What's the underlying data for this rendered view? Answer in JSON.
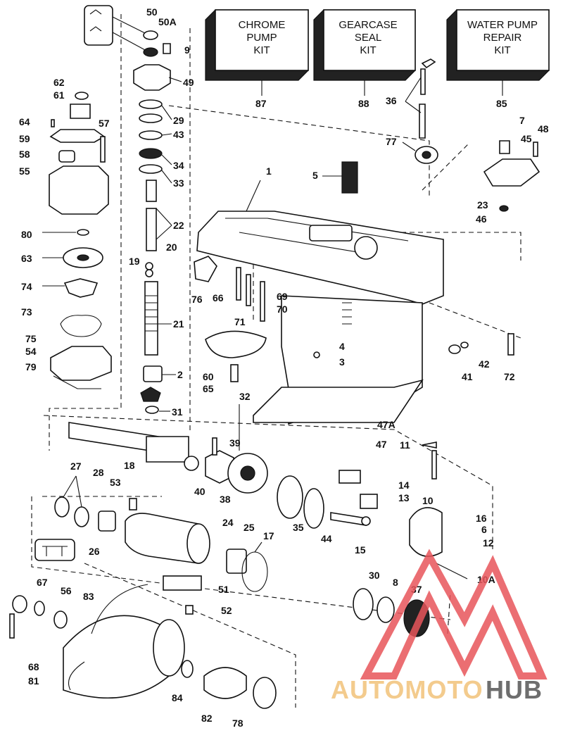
{
  "kits": [
    {
      "id": "87",
      "lines": [
        "CHROME",
        "PUMP",
        "KIT"
      ]
    },
    {
      "id": "88",
      "lines": [
        "GEARCASE",
        "SEAL",
        "KIT"
      ]
    },
    {
      "id": "85",
      "lines": [
        "WATER PUMP",
        "REPAIR",
        "KIT"
      ]
    }
  ],
  "callouts": [
    {
      "key": "50",
      "text": "50"
    },
    {
      "key": "50A",
      "text": "50A"
    },
    {
      "key": "9",
      "text": "9"
    },
    {
      "key": "49",
      "text": "49"
    },
    {
      "key": "29",
      "text": "29"
    },
    {
      "key": "43",
      "text": "43"
    },
    {
      "key": "34",
      "text": "34"
    },
    {
      "key": "33",
      "text": "33"
    },
    {
      "key": "22",
      "text": "22"
    },
    {
      "key": "20",
      "text": "20"
    },
    {
      "key": "19",
      "text": "19"
    },
    {
      "key": "21",
      "text": "21"
    },
    {
      "key": "2",
      "text": "2"
    },
    {
      "key": "32",
      "text": "32"
    },
    {
      "key": "31",
      "text": "31"
    },
    {
      "key": "62",
      "text": "62"
    },
    {
      "key": "61",
      "text": "61"
    },
    {
      "key": "64",
      "text": "64"
    },
    {
      "key": "59",
      "text": "59"
    },
    {
      "key": "57",
      "text": "57"
    },
    {
      "key": "58",
      "text": "58"
    },
    {
      "key": "55",
      "text": "55"
    },
    {
      "key": "80",
      "text": "80"
    },
    {
      "key": "63",
      "text": "63"
    },
    {
      "key": "74",
      "text": "74"
    },
    {
      "key": "73",
      "text": "73"
    },
    {
      "key": "75",
      "text": "75"
    },
    {
      "key": "54",
      "text": "54"
    },
    {
      "key": "79",
      "text": "79"
    },
    {
      "key": "36",
      "text": "36"
    },
    {
      "key": "77",
      "text": "77"
    },
    {
      "key": "7",
      "text": "7"
    },
    {
      "key": "48",
      "text": "48"
    },
    {
      "key": "45",
      "text": "45"
    },
    {
      "key": "23",
      "text": "23"
    },
    {
      "key": "46",
      "text": "46"
    },
    {
      "key": "1",
      "text": "1"
    },
    {
      "key": "5",
      "text": "5"
    },
    {
      "key": "76",
      "text": "76"
    },
    {
      "key": "66",
      "text": "66"
    },
    {
      "key": "69",
      "text": "69"
    },
    {
      "key": "70",
      "text": "70"
    },
    {
      "key": "71",
      "text": "71"
    },
    {
      "key": "4",
      "text": "4"
    },
    {
      "key": "3",
      "text": "3"
    },
    {
      "key": "60",
      "text": "60"
    },
    {
      "key": "65",
      "text": "65"
    },
    {
      "key": "41",
      "text": "41"
    },
    {
      "key": "42",
      "text": "42"
    },
    {
      "key": "72",
      "text": "72"
    },
    {
      "key": "47A",
      "text": "47A"
    },
    {
      "key": "47",
      "text": "47"
    },
    {
      "key": "11",
      "text": "11"
    },
    {
      "key": "39",
      "text": "39"
    },
    {
      "key": "18",
      "text": "18"
    },
    {
      "key": "40",
      "text": "40"
    },
    {
      "key": "38",
      "text": "38"
    },
    {
      "key": "27",
      "text": "27"
    },
    {
      "key": "28",
      "text": "28"
    },
    {
      "key": "53",
      "text": "53"
    },
    {
      "key": "26",
      "text": "26"
    },
    {
      "key": "24",
      "text": "24"
    },
    {
      "key": "25",
      "text": "25"
    },
    {
      "key": "17",
      "text": "17"
    },
    {
      "key": "35",
      "text": "35"
    },
    {
      "key": "44",
      "text": "44"
    },
    {
      "key": "14",
      "text": "14"
    },
    {
      "key": "13",
      "text": "13"
    },
    {
      "key": "10",
      "text": "10"
    },
    {
      "key": "16",
      "text": "16"
    },
    {
      "key": "6",
      "text": "6"
    },
    {
      "key": "12",
      "text": "12"
    },
    {
      "key": "15",
      "text": "15"
    },
    {
      "key": "10A",
      "text": "10A"
    },
    {
      "key": "51",
      "text": "51"
    },
    {
      "key": "52",
      "text": "52"
    },
    {
      "key": "30",
      "text": "30"
    },
    {
      "key": "8",
      "text": "8"
    },
    {
      "key": "37",
      "text": "37"
    },
    {
      "key": "67",
      "text": "67"
    },
    {
      "key": "56",
      "text": "56"
    },
    {
      "key": "83",
      "text": "83"
    },
    {
      "key": "68",
      "text": "68"
    },
    {
      "key": "81",
      "text": "81"
    },
    {
      "key": "84",
      "text": "84"
    },
    {
      "key": "82",
      "text": "82"
    },
    {
      "key": "78",
      "text": "78"
    }
  ],
  "watermark": {
    "part1": "AUTOMOTO",
    "part2": "HUB",
    "color1": "#f2c27a",
    "color2": "#555555",
    "logo_color": "#e8555a"
  }
}
